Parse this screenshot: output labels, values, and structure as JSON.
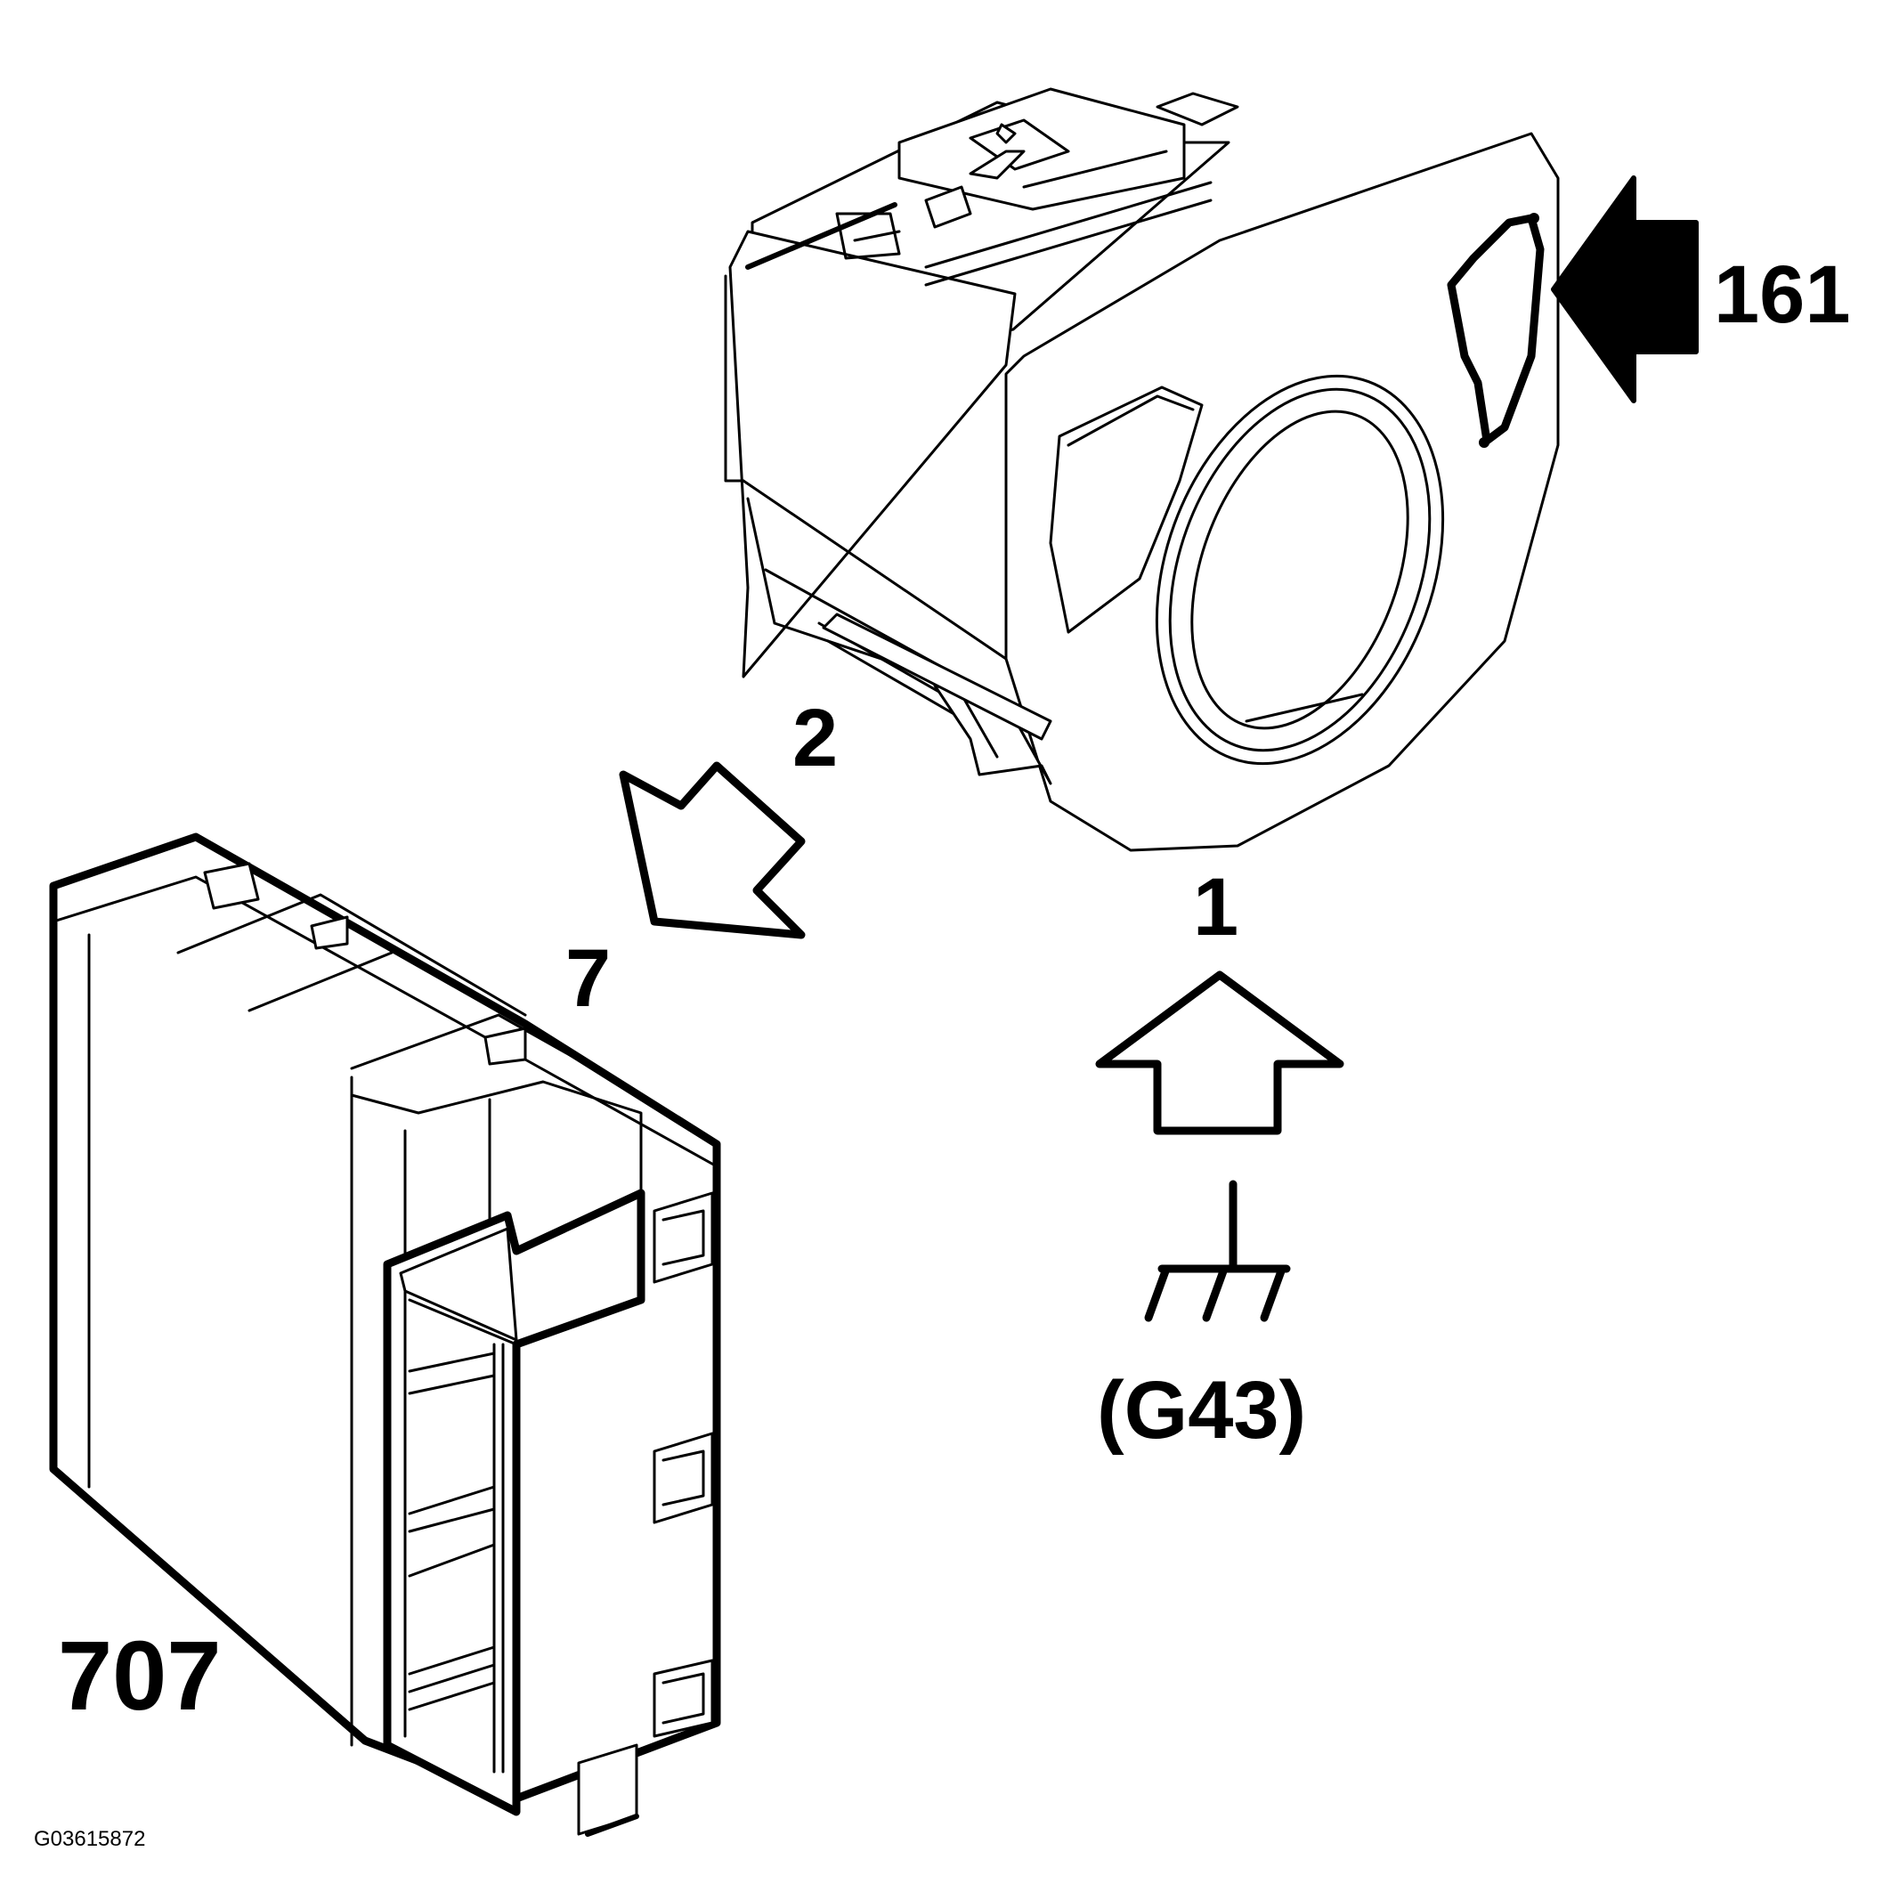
{
  "labels": {
    "reader_number": "161",
    "switch_number": "1",
    "connector_pin_switch": "2",
    "connector_pin_module": "7",
    "module_number": "707",
    "ground_code": "(G43)",
    "figure_code": "G03615872"
  },
  "icons": [
    "arrow-icon",
    "ground-symbol-icon"
  ]
}
